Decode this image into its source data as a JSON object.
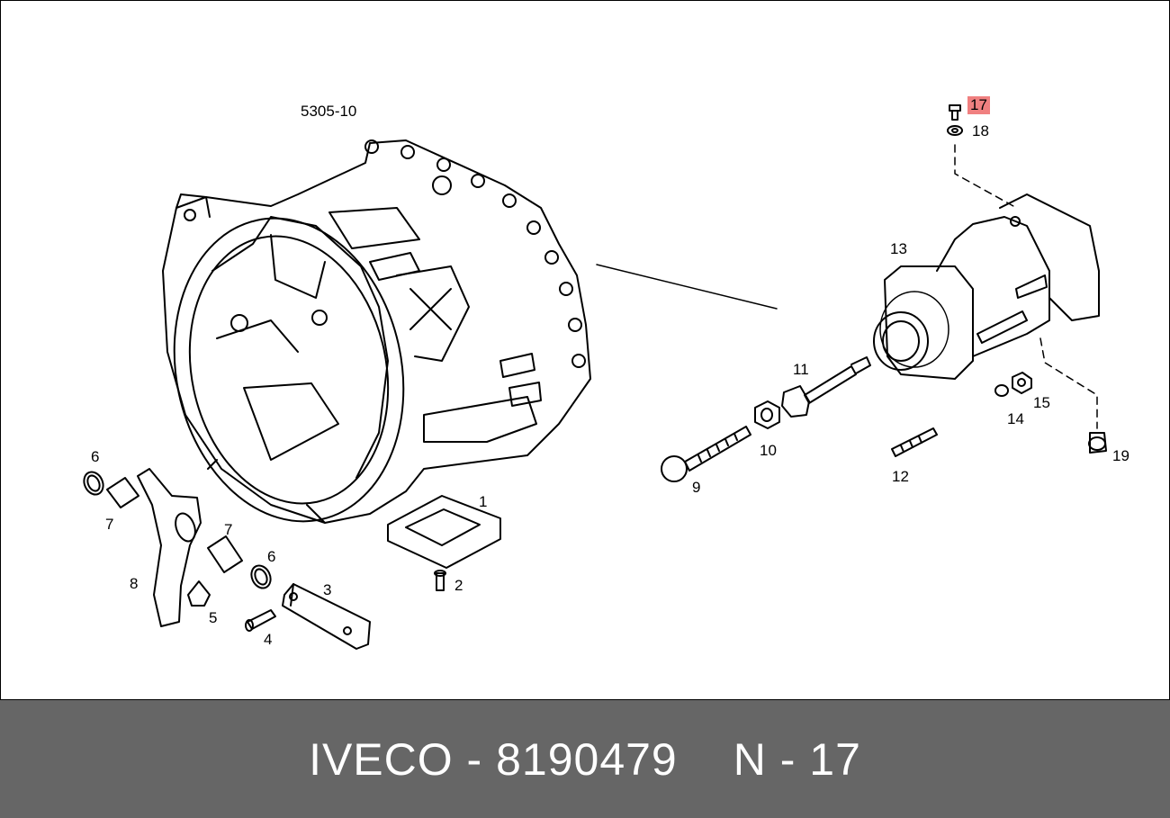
{
  "diagram": {
    "group_code": "5305-10",
    "highlight_color": "#f08080",
    "callouts": [
      {
        "id": "1",
        "text": "1"
      },
      {
        "id": "2",
        "text": "2"
      },
      {
        "id": "3",
        "text": "3"
      },
      {
        "id": "4",
        "text": "4"
      },
      {
        "id": "5",
        "text": "5"
      },
      {
        "id": "6a",
        "text": "6"
      },
      {
        "id": "6b",
        "text": "6"
      },
      {
        "id": "7a",
        "text": "7"
      },
      {
        "id": "7b",
        "text": "7"
      },
      {
        "id": "8",
        "text": "8"
      },
      {
        "id": "9",
        "text": "9"
      },
      {
        "id": "10",
        "text": "10"
      },
      {
        "id": "11",
        "text": "11"
      },
      {
        "id": "12",
        "text": "12"
      },
      {
        "id": "13",
        "text": "13"
      },
      {
        "id": "14",
        "text": "14"
      },
      {
        "id": "15",
        "text": "15"
      },
      {
        "id": "17",
        "text": "17",
        "highlighted": true
      },
      {
        "id": "18",
        "text": "18"
      },
      {
        "id": "19",
        "text": "19"
      }
    ]
  },
  "footer": {
    "brand_part": "IVECO - 8190479",
    "position": "N - 17",
    "background": "#666666"
  }
}
